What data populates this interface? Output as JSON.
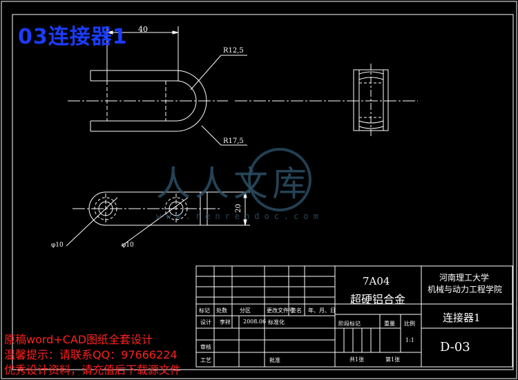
{
  "watermark": {
    "title": "03连接器1",
    "logo_text": "人人文库",
    "logo_url": "www.renrendoc.com",
    "ad_lines": [
      "原稿word+CAD图纸全套设计",
      "温馨提示：请联系QQ：97666224",
      "优秀设计资料，请充值后下载源文件"
    ]
  },
  "dimensions": {
    "width_40": "40",
    "r_inner": "R12,5",
    "r_outer": "R17,5",
    "height_20": "20",
    "hole_left": "φ10",
    "hole_right": "φ10"
  },
  "title_block": {
    "material_code": "7A04",
    "material_name": "超硬铝合金",
    "school": "河南理工大学",
    "college": "机械与动力工程学院",
    "part_name": "连接器1",
    "drawing_no": "D-03",
    "scale": "1:1",
    "labels": {
      "mark": "标记",
      "count": "处数",
      "zone": "分区",
      "change_doc": "更改文件号",
      "sign": "签名",
      "date": "年、月、日",
      "design": "设计",
      "designer": "李祥",
      "design_date": "2008.06",
      "standardize": "标准化",
      "stage_mark": "阶段标记",
      "weight": "重量",
      "ratio": "比例",
      "review": "审核",
      "process": "工艺",
      "approve": "批准",
      "sheets_total": "共1张",
      "sheet_no": "第1张"
    }
  },
  "colors": {
    "background": "#000000",
    "lines": "#ffffff",
    "watermark_blue": "#1b3cff",
    "ad_red": "#ff2020",
    "logo": "#2c4f66"
  }
}
